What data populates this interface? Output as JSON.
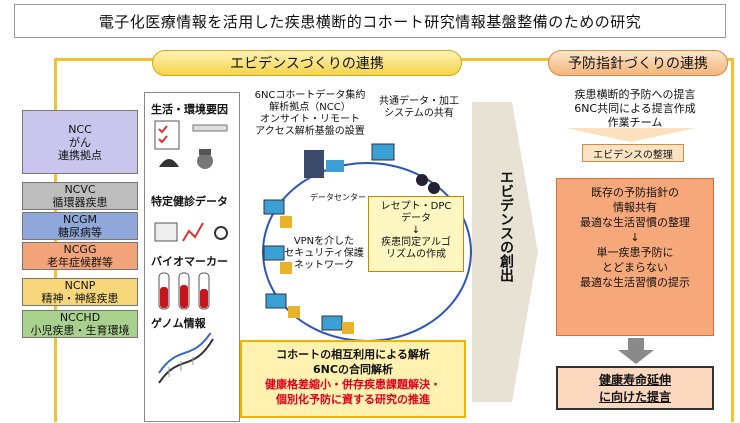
{
  "title": "電子化医療情報を活用した疾患横断的コホート研究情報基盤整備のための研究",
  "headers": {
    "evidence": "エビデンスづくりの連携",
    "prevention": "予防指針づくりの連携"
  },
  "orgs": [
    {
      "name": "NCC",
      "desc1": "がん",
      "desc2": "連携拠点",
      "color": "#c9c5ec"
    },
    {
      "name": "NCVC",
      "desc1": "循環器疾患",
      "desc2": "",
      "color": "#bdbdbd"
    },
    {
      "name": "NCGM",
      "desc1": "糖尿病等",
      "desc2": "",
      "color": "#8fa8d9"
    },
    {
      "name": "NCGG",
      "desc1": "老年症候群等",
      "desc2": "",
      "color": "#f2a37a"
    },
    {
      "name": "NCNP",
      "desc1": "精神・神経疾患",
      "desc2": "",
      "color": "#f7d77a"
    },
    {
      "name": "NCCHD",
      "desc1": "小児疾患・生育環境",
      "desc2": "",
      "color": "#a9d18e"
    }
  ],
  "factors": {
    "lifestyle": "生活・環境要因",
    "checkup": "特定健診データ",
    "biomarker": "バイオマーカー",
    "genome": "ゲノム情報"
  },
  "center": {
    "line1": "6NCコホートデータ集約",
    "line2": "解析拠点（NCC）",
    "line3": "オンサイト・リモート",
    "line4": "アクセス解析基盤の設置",
    "shared1": "共通データ・加工",
    "shared2": "システムの共有",
    "datacenter": "データセンター",
    "vpn1": "VPNを介した",
    "vpn2": "セキュリティ保護",
    "vpn3": "ネットワーク"
  },
  "yellowbox": {
    "line1": "レセプト・DPC",
    "line2": "データ",
    "arrow": "↓",
    "line3": "疾患同定アルゴ",
    "line4": "リズムの作成"
  },
  "cohort": {
    "line1": "コホートの相互利用による解析",
    "line2": "6NCの合同解析",
    "line3": "健康格差縮小・併存疾患課題解決・",
    "line4": "個別化予防に資する研究の推進"
  },
  "middle_arrow": "エビデンスの創出",
  "prevention": {
    "line1": "疾患横断的予防への提言",
    "line2": "6NC共同による提言作成",
    "line3": "作業チーム",
    "evidence_org": "エビデンスの整理",
    "box1": "既存の予防指針の",
    "box2": "情報共有",
    "box3": "最適な生活習慣の整理",
    "box_arrow": "↓",
    "box4": "単一疾患予防に",
    "box5": "とどまらない",
    "box6": "最適な生活習慣の提示",
    "final1": "健康寿命延伸",
    "final2": "に向けた提言"
  }
}
